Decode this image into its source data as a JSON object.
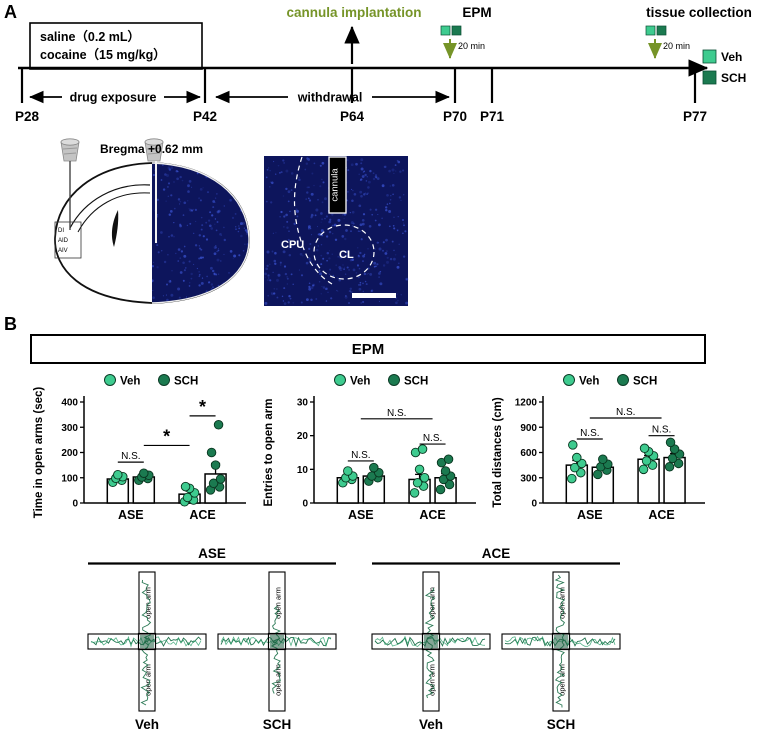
{
  "colors": {
    "veh": "#3ecb8f",
    "sch": "#1b7a50",
    "olive": "#769428",
    "blue_bg": "#0d155c",
    "blue_speckle": "#3c55d6",
    "trace_dark": "#156b44",
    "trace_light": "#2ca06c"
  },
  "panelA": {
    "label": "A",
    "treatment": [
      "saline（0.2 mL）",
      "cocaine（15 mg/kg）"
    ],
    "event_cannula": "cannula implantation",
    "event_epm": "EPM",
    "event_tissue": "tissue collection",
    "phase_drug": "drug exposure",
    "phase_withdrawal": "withdrawal",
    "timepoints": [
      "P28",
      "P42",
      "P64",
      "P70",
      "P71",
      "P77"
    ],
    "min_label": "20 min",
    "legend": {
      "veh": "Veh",
      "sch": "SCH"
    },
    "bregma": "Bregma +0.62 mm",
    "inset": [
      "DI",
      "AID",
      "AIV"
    ],
    "histology": {
      "cannula": "cannula",
      "cpu": "CPU",
      "cl": "CL"
    }
  },
  "panelB": {
    "label": "B",
    "title": "EPM",
    "track": {
      "groups": [
        "ASE",
        "ACE"
      ],
      "maze_labels": [
        "Veh",
        "SCH",
        "Veh",
        "SCH"
      ],
      "open_arm": "open arm"
    }
  },
  "chart_data": [
    {
      "type": "bar",
      "ylabel": "Time in open arms (sec)",
      "ylim": [
        0,
        400
      ],
      "yticks": [
        0,
        100,
        200,
        300,
        400
      ],
      "categories": [
        "ASE",
        "ACE"
      ],
      "legend": [
        "Veh",
        "SCH"
      ],
      "series": [
        {
          "name": "Veh",
          "means": [
            95,
            35
          ],
          "sems": [
            10,
            13
          ],
          "points": [
            [
              82,
              90,
              98,
              104,
              112
            ],
            [
              5,
              12,
              22,
              40,
              58,
              65
            ]
          ]
        },
        {
          "name": "SCH",
          "means": [
            103,
            115
          ],
          "sems": [
            8,
            42
          ],
          "points": [
            [
              90,
              97,
              103,
              110,
              118
            ],
            [
              52,
              64,
              78,
              95,
              150,
              200,
              310
            ]
          ]
        }
      ],
      "annotations": [
        {
          "label": "N.S.",
          "from": [
            0,
            0
          ],
          "to": [
            0,
            1
          ],
          "y": 162
        },
        {
          "label": "*",
          "from": [
            0,
            1
          ],
          "to": [
            1,
            0
          ],
          "y": 228
        },
        {
          "label": "*",
          "from": [
            1,
            0
          ],
          "to": [
            1,
            1
          ],
          "y": 345
        }
      ]
    },
    {
      "type": "bar",
      "ylabel": "Entries to open arm",
      "ylim": [
        0,
        30
      ],
      "yticks": [
        0,
        10,
        20,
        30
      ],
      "categories": [
        "ASE",
        "ACE"
      ],
      "legend": [
        "Veh",
        "SCH"
      ],
      "series": [
        {
          "name": "Veh",
          "means": [
            7.5,
            7
          ],
          "sems": [
            0.8,
            1.5
          ],
          "points": [
            [
              6,
              7,
              7.5,
              8,
              9.5
            ],
            [
              3,
              5,
              6,
              7.5,
              10,
              15,
              16
            ]
          ]
        },
        {
          "name": "SCH",
          "means": [
            8,
            7.5
          ],
          "sems": [
            0.7,
            1.2
          ],
          "points": [
            [
              6.5,
              7.5,
              8,
              9,
              10.5
            ],
            [
              4,
              5.5,
              7,
              8,
              9.5,
              12,
              13
            ]
          ]
        }
      ],
      "annotations": [
        {
          "label": "N.S.",
          "from": [
            0,
            0
          ],
          "to": [
            0,
            1
          ],
          "y": 12.5
        },
        {
          "label": "N.S.",
          "from": [
            1,
            0
          ],
          "to": [
            1,
            1
          ],
          "y": 17.5
        },
        {
          "label": "N.S.",
          "from": [
            0,
            0.5
          ],
          "to": [
            1,
            0.5
          ],
          "y": 25
        }
      ]
    },
    {
      "type": "bar",
      "ylabel": "Total distances (cm)",
      "ylim": [
        0,
        1200
      ],
      "yticks": [
        0,
        300,
        600,
        900,
        1200
      ],
      "categories": [
        "ASE",
        "ACE"
      ],
      "legend": [
        "Veh",
        "SCH"
      ],
      "series": [
        {
          "name": "Veh",
          "means": [
            450,
            520
          ],
          "sems": [
            55,
            45
          ],
          "points": [
            [
              290,
              360,
              420,
              470,
              540,
              690
            ],
            [
              400,
              450,
              500,
              560,
              610,
              650
            ]
          ]
        },
        {
          "name": "SCH",
          "means": [
            425,
            540
          ],
          "sems": [
            40,
            50
          ],
          "points": [
            [
              340,
              390,
              430,
              460,
              520
            ],
            [
              430,
              470,
              530,
              580,
              640,
              720
            ]
          ]
        }
      ],
      "annotations": [
        {
          "label": "N.S.",
          "from": [
            0,
            0
          ],
          "to": [
            0,
            1
          ],
          "y": 760
        },
        {
          "label": "N.S.",
          "from": [
            1,
            0
          ],
          "to": [
            1,
            1
          ],
          "y": 800
        },
        {
          "label": "N.S.",
          "from": [
            0,
            0.5
          ],
          "to": [
            1,
            0.5
          ],
          "y": 1010
        }
      ]
    }
  ]
}
